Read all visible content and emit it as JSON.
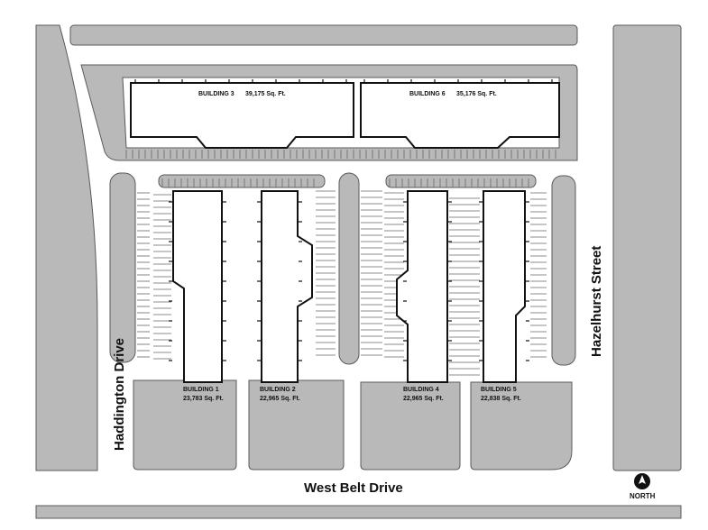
{
  "roads": {
    "haddington": "Haddington Drive",
    "hazelhurst": "Hazelhurst Street",
    "west_belt": "West Belt Drive"
  },
  "north_label": "NORTH",
  "buildings": [
    {
      "name": "BUILDING 3",
      "area": "39,175 Sq. Ft."
    },
    {
      "name": "BUILDING 6",
      "area": "35,176 Sq. Ft."
    },
    {
      "name": "BUILDING 1",
      "area": "23,783 Sq. Ft."
    },
    {
      "name": "BUILDING 2",
      "area": "22,965 Sq. Ft."
    },
    {
      "name": "BUILDING 4",
      "area": "22,965 Sq. Ft."
    },
    {
      "name": "BUILDING 5",
      "area": "22,838 Sq. Ft."
    }
  ],
  "colors": {
    "road_fill": "#b9b9b9",
    "building_fill": "#ffffff",
    "outline": "#111111"
  },
  "icons": [
    "north-arrow-icon"
  ]
}
